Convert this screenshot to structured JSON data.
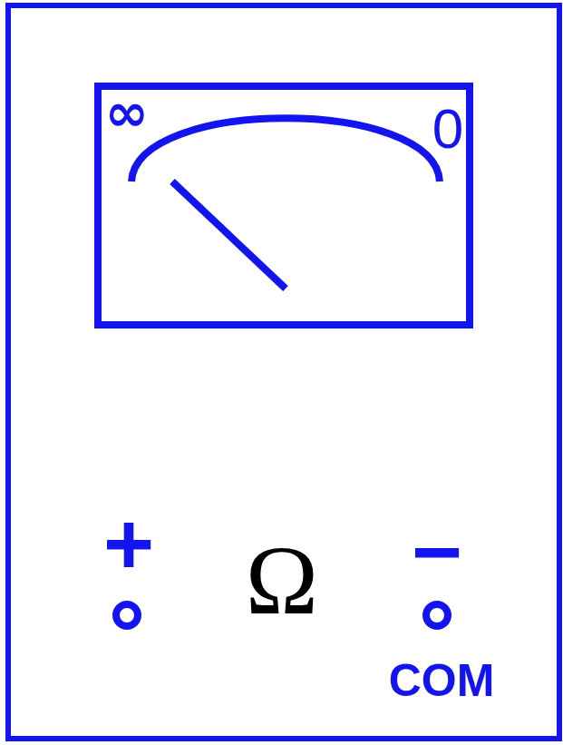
{
  "diagram": {
    "labels": [
      "∞",
      "0",
      "+",
      "Ω",
      "−",
      "COM"
    ]
  }
}
